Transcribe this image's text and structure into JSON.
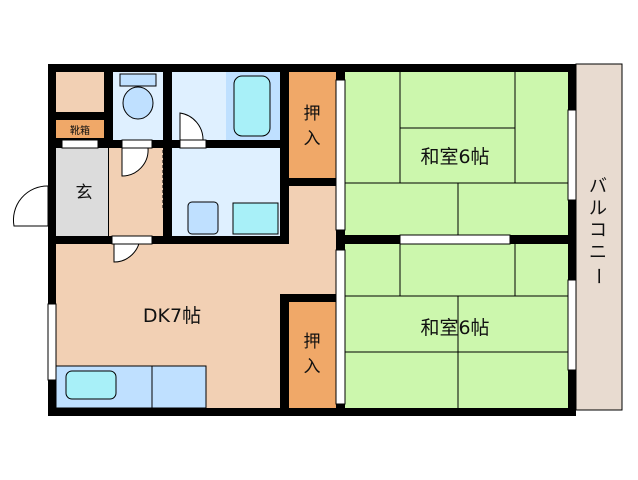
{
  "rooms": {
    "shoe_box": "靴箱",
    "entrance": "玄",
    "closet_top": [
      "押",
      "入"
    ],
    "closet_bottom": [
      "押",
      "入"
    ],
    "washitsu_top": "和室6帖",
    "washitsu_bottom": "和室6帖",
    "dk": "DK7帖",
    "balcony": [
      "バ",
      "ル",
      "コ",
      "ニ",
      "ー"
    ]
  },
  "colors": {
    "wood": "#f2d0b4",
    "closet": "#f0a868",
    "tatami": "#ccf7ad",
    "entrance": "#dcdcdc",
    "wet_area": "#dff0ff",
    "fixture": "#a8f0f8",
    "balcony": "#e8dbd0",
    "wall": "#000000"
  }
}
